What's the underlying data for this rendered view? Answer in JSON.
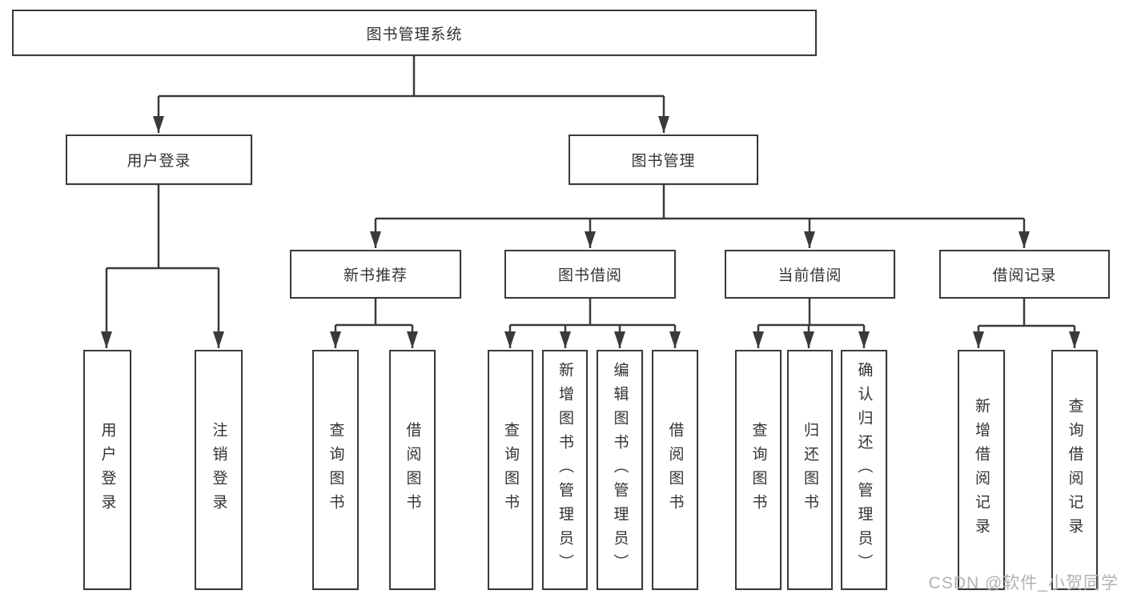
{
  "colors": {
    "line": "#3a3a3a",
    "text": "#333333",
    "watermark": "#b2b2b2"
  },
  "diagram": {
    "title": "图书管理系统",
    "user_login": {
      "label": "用户登录",
      "children": [
        "用户登录",
        "注销登录"
      ]
    },
    "book_management": {
      "label": "图书管理",
      "sections": [
        {
          "label": "新书推荐",
          "children": [
            "查询图书",
            "借阅图书"
          ]
        },
        {
          "label": "图书借阅",
          "children": [
            "查询图书",
            "新增图书（管理员）",
            "编辑图书（管理员）",
            "借阅图书"
          ]
        },
        {
          "label": "当前借阅",
          "children": [
            "查询图书",
            "归还图书",
            "确认归还（管理员）"
          ]
        },
        {
          "label": "借阅记录",
          "children": [
            "新增借阅记录",
            "查询借阅记录"
          ]
        }
      ]
    },
    "watermark": "CSDN @软件_小贺同学"
  }
}
